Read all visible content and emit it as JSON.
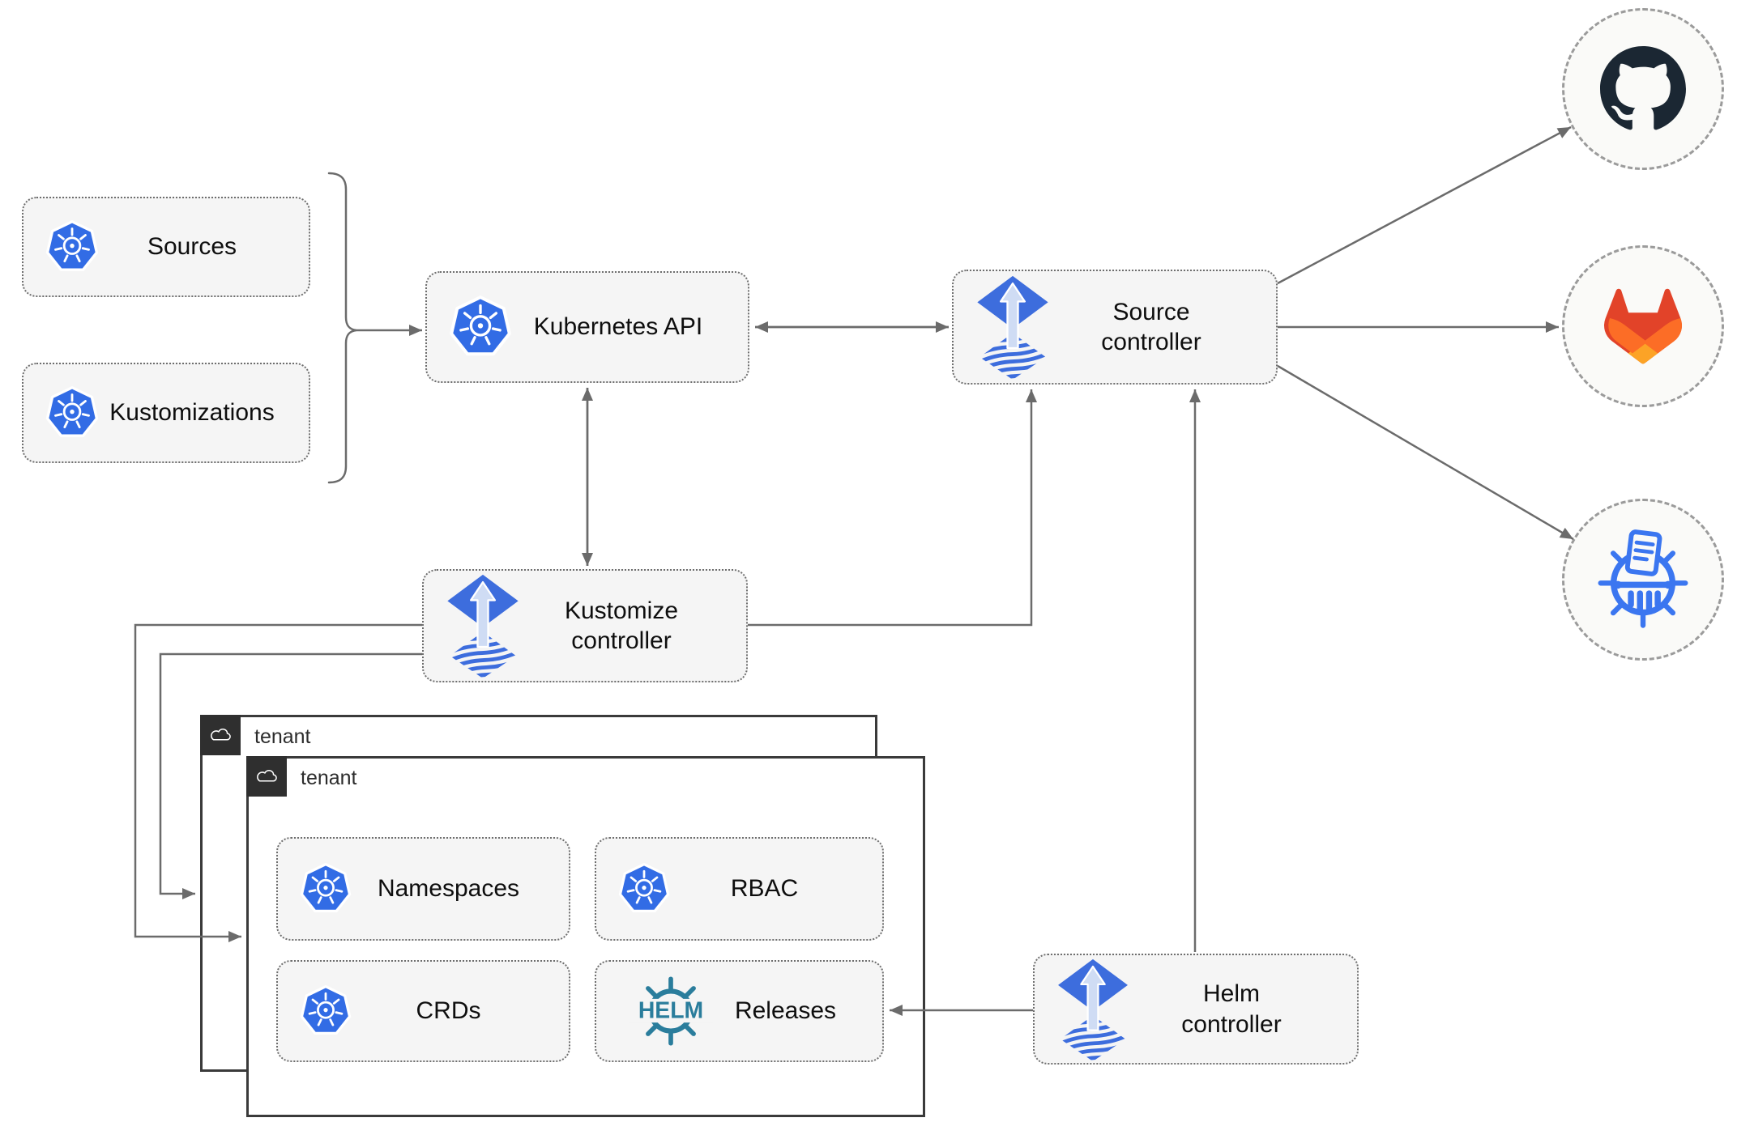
{
  "nodes": {
    "sources": {
      "label": "Sources"
    },
    "kustomizations": {
      "label": "Kustomizations"
    },
    "kubernetes_api": {
      "label": "Kubernetes API"
    },
    "source_controller": {
      "label": "Source\ncontroller"
    },
    "kustomize_controller": {
      "label": "Kustomize\ncontroller"
    },
    "helm_controller": {
      "label": "Helm\ncontroller"
    },
    "tenant_outer": {
      "label": "tenant"
    },
    "tenant_inner": {
      "label": "tenant"
    },
    "namespaces": {
      "label": "Namespaces"
    },
    "rbac": {
      "label": "RBAC"
    },
    "crds": {
      "label": "CRDs"
    },
    "releases": {
      "label": "Releases",
      "icon_text": "HELM"
    }
  },
  "icons": {
    "kubernetes": "kubernetes-wheel-icon",
    "flux": "flux-diamond-arrow-icon",
    "helm": "helm-ship-wheel-icon",
    "cloud": "cloud-icon",
    "github": "github-octocat-icon",
    "gitlab": "gitlab-fox-icon",
    "chartmuseum": "chartmuseum-column-wheel-icon"
  },
  "colors": {
    "kubernetes_blue": "#326ce5",
    "flux_blue": "#3d6ddd",
    "flux_arrow_light": "#cfdcf4",
    "helm_teal": "#2a7d9c",
    "chartmuseum_blue": "#3b76f0",
    "github_dark": "#1b2733",
    "gitlab_red_orange": "#e24329",
    "gitlab_orange": "#fc6d26",
    "gitlab_light_orange": "#fca326",
    "node_fill": "#f5f5f5",
    "node_border": "#6e6e6e",
    "connector_gray": "#6b6b6b",
    "tenant_border": "#3a3a3a",
    "badge_bg": "#2f2f2f",
    "circle_fill": "#fafaf8"
  }
}
